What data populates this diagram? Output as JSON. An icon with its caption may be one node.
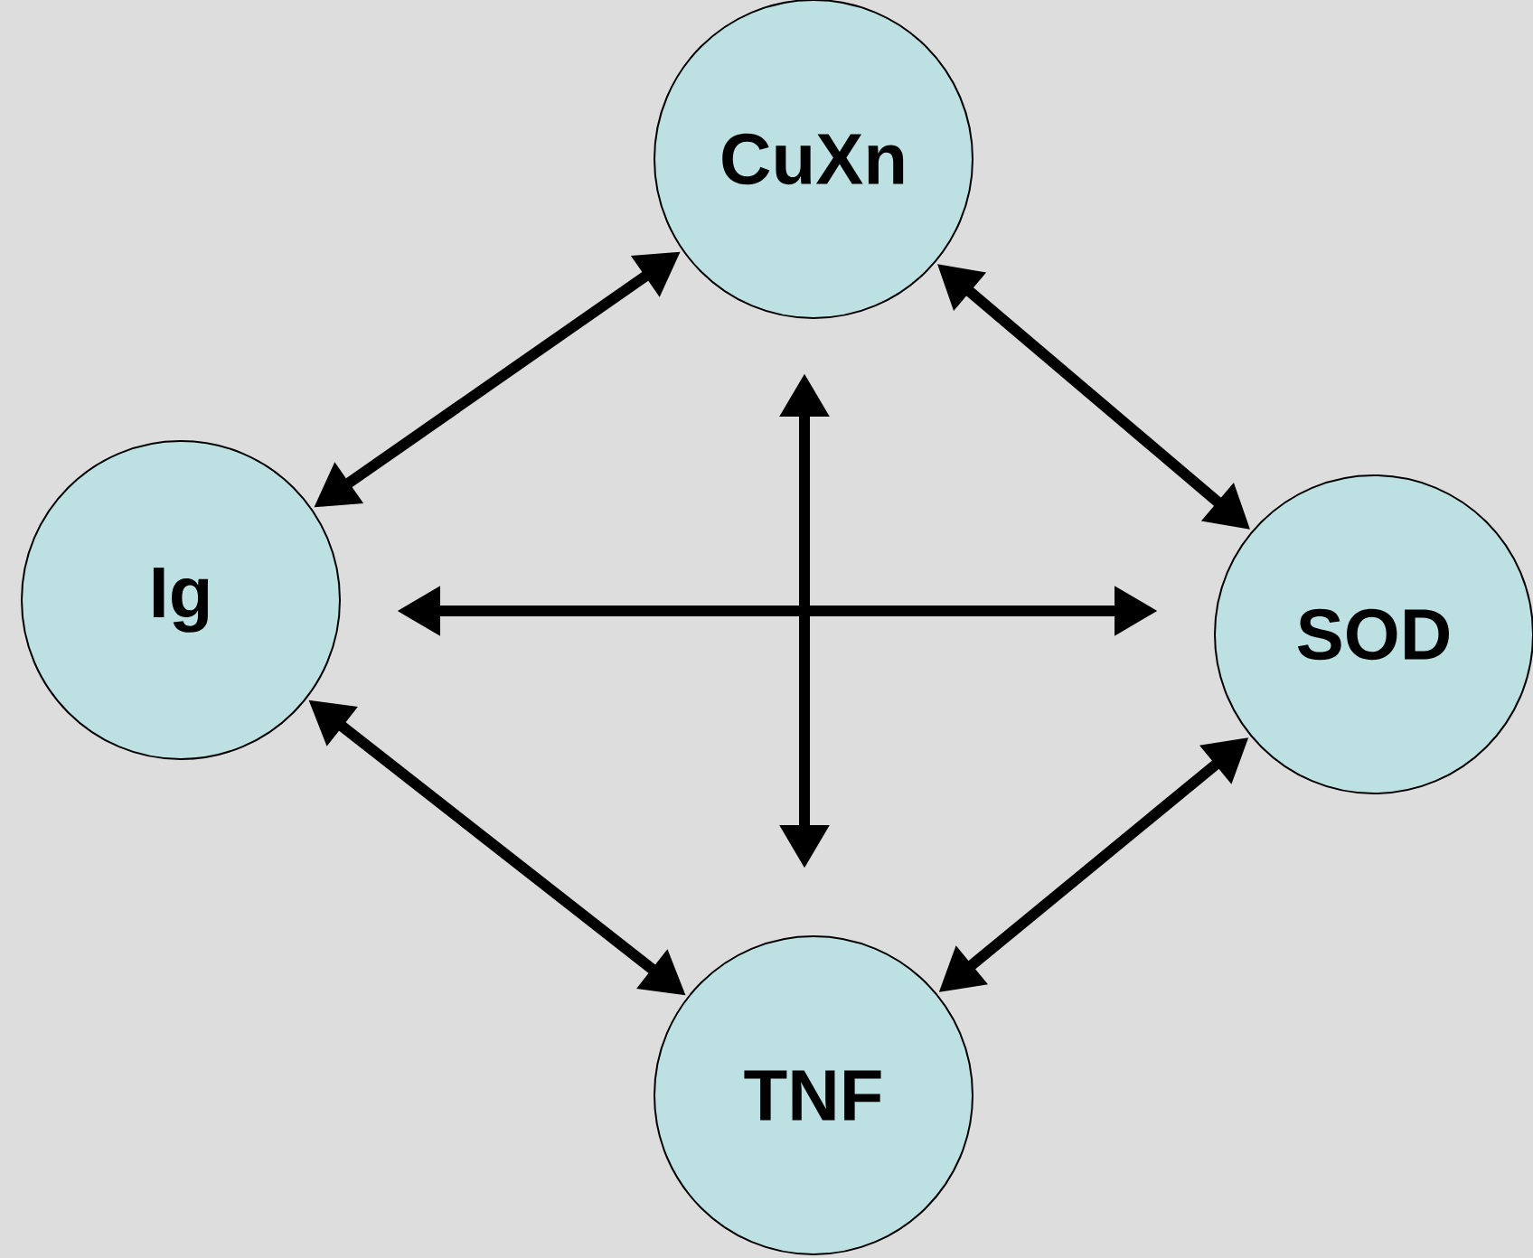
{
  "diagram": {
    "nodes": [
      {
        "text": [
          "CuXn"
        ]
      },
      {
        "text": [
          "Ig"
        ]
      },
      {
        "text": [
          "SOD"
        ]
      },
      {
        "text": [
          "TNF"
        ]
      }
    ],
    "edges": [
      {
        "from": 0,
        "to": 1,
        "arrow": "both"
      },
      {
        "from": 0,
        "to": 2,
        "arrow": "both"
      },
      {
        "from": 1,
        "to": 3,
        "arrow": "both"
      },
      {
        "from": 2,
        "to": 3,
        "arrow": "both"
      },
      {
        "from": 0,
        "to": 3,
        "arrow": "both"
      },
      {
        "from": 1,
        "to": 2,
        "arrow": "both"
      }
    ]
  }
}
